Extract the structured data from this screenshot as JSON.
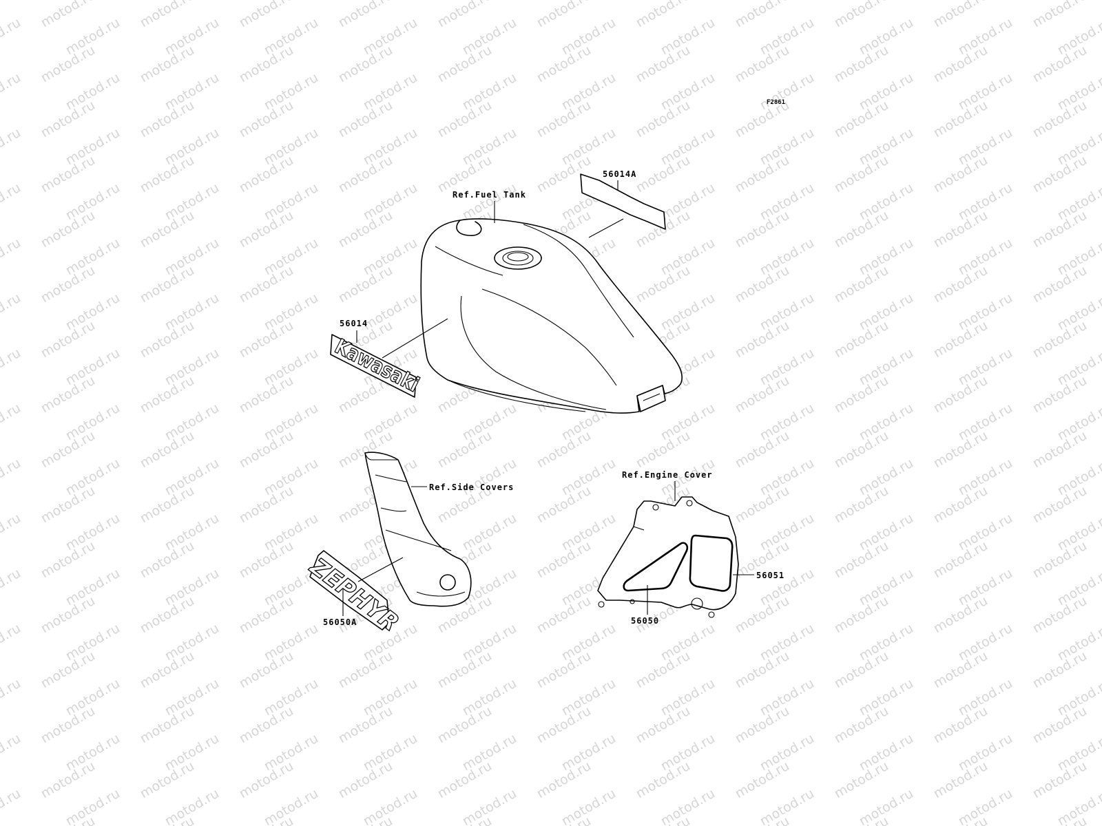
{
  "figure_code": "F2861",
  "watermark_text": "motod.ru",
  "callouts": {
    "ref_fuel_tank": "Ref.Fuel Tank",
    "part_56014A": "56014A",
    "part_56014": "56014",
    "ref_side_covers": "Ref.Side Covers",
    "part_56050A": "56050A",
    "ref_engine_cover": "Ref.Engine Cover",
    "part_56051": "56051",
    "part_56050": "56050"
  },
  "emblems": {
    "tank_logo": "Kawasaki",
    "side_logo": "ZEPHYR"
  },
  "colors": {
    "line": "#000000",
    "watermark": "#d6d6d6",
    "background": "#ffffff"
  }
}
